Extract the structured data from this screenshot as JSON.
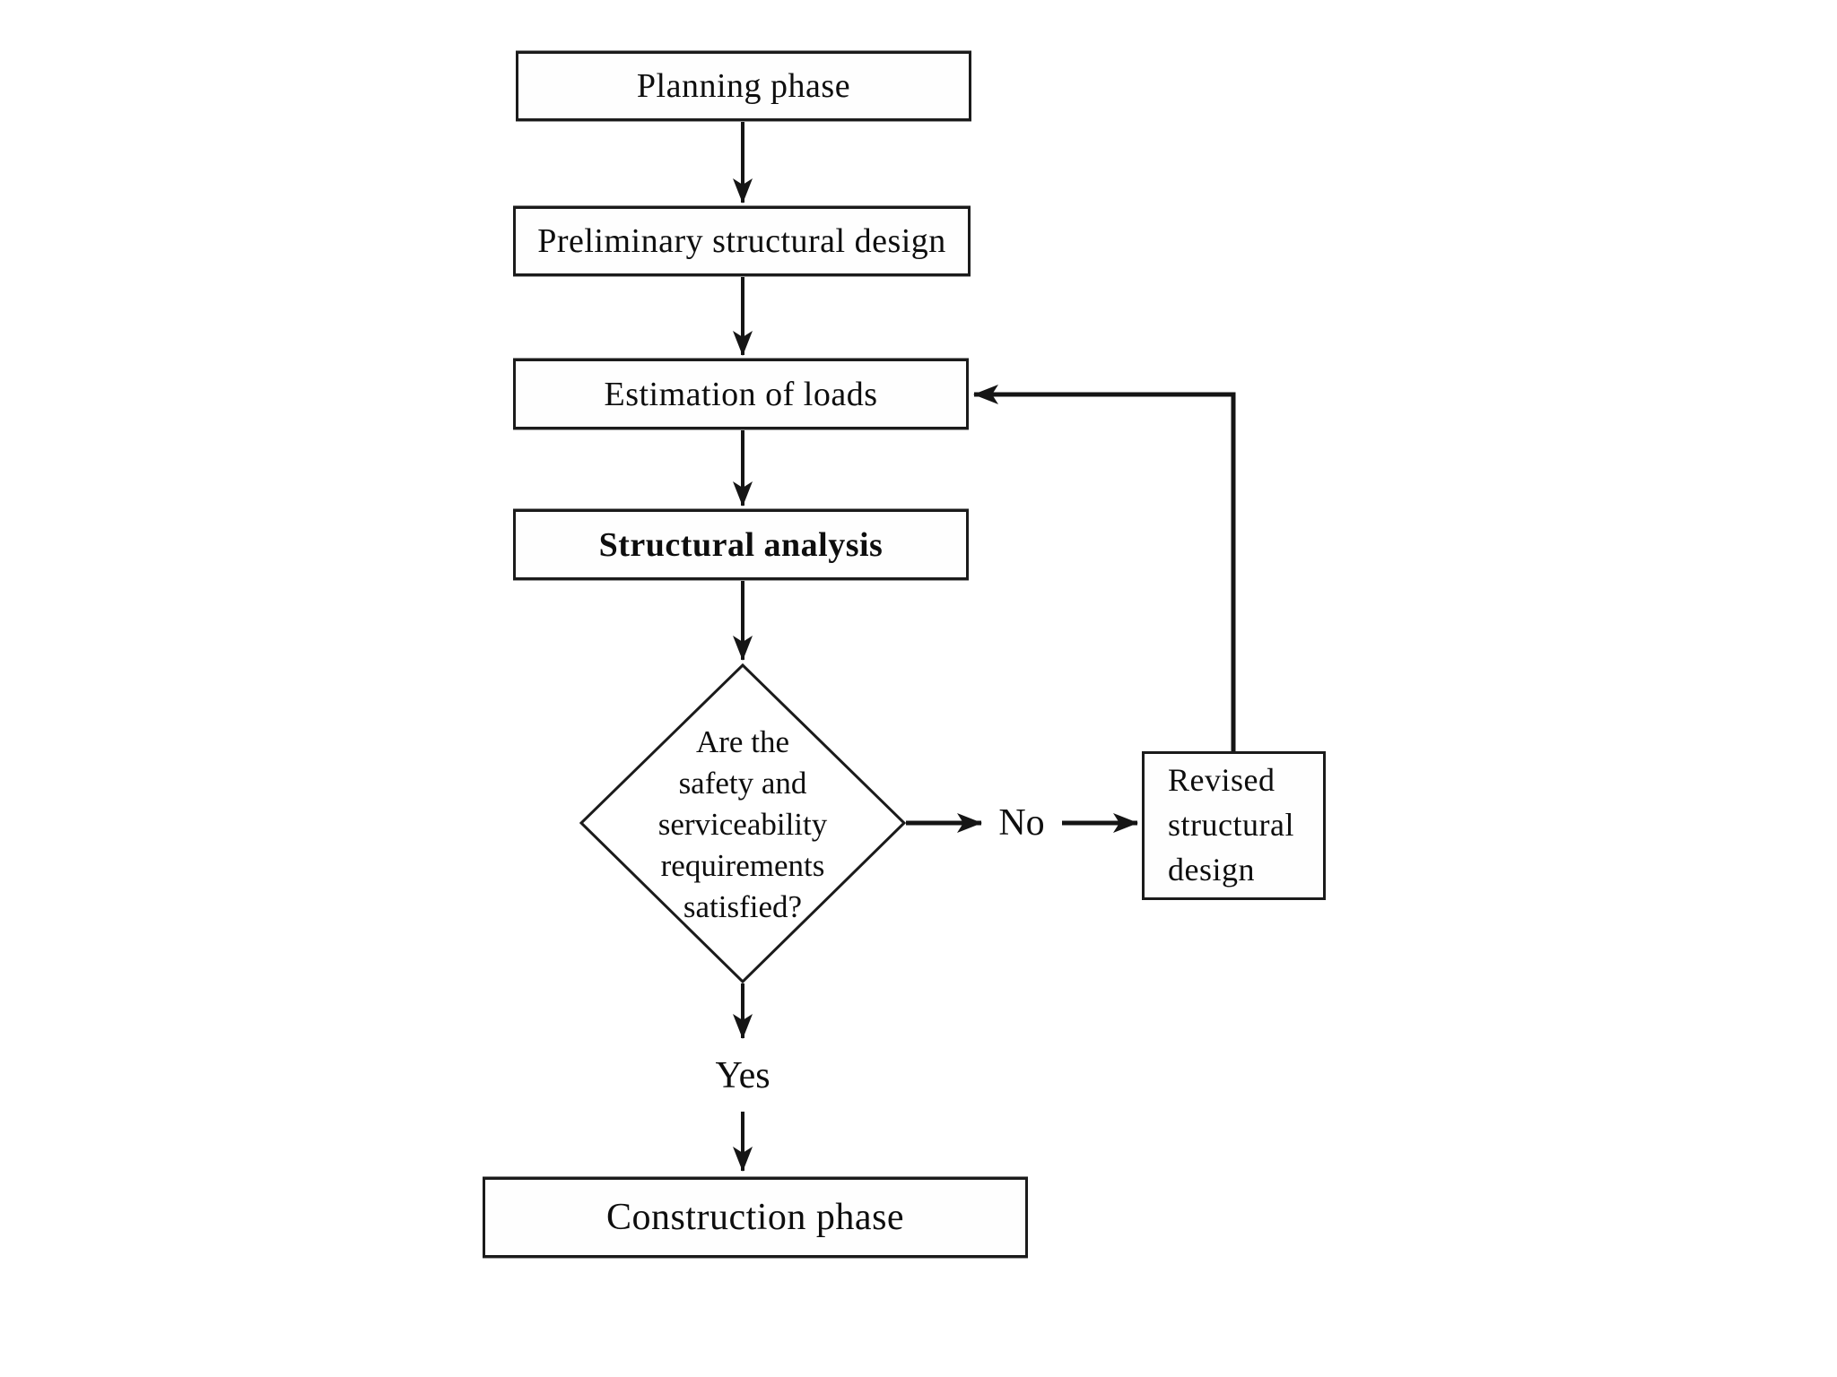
{
  "colors": {
    "background": "#ffffff",
    "ink": "#151515"
  },
  "nodes": {
    "planning": {
      "label": "Planning phase"
    },
    "preliminary": {
      "label": "Preliminary structural design"
    },
    "estimation": {
      "label": "Estimation of loads"
    },
    "analysis": {
      "label": "Structural analysis"
    },
    "decision": {
      "label": "Are the\nsafety and\nserviceability\nrequirements\nsatisfied?"
    },
    "revised": {
      "label": "Revised\nstructural\ndesign"
    },
    "construction": {
      "label": "Construction phase"
    }
  },
  "edge_labels": {
    "no": "No",
    "yes": "Yes"
  }
}
